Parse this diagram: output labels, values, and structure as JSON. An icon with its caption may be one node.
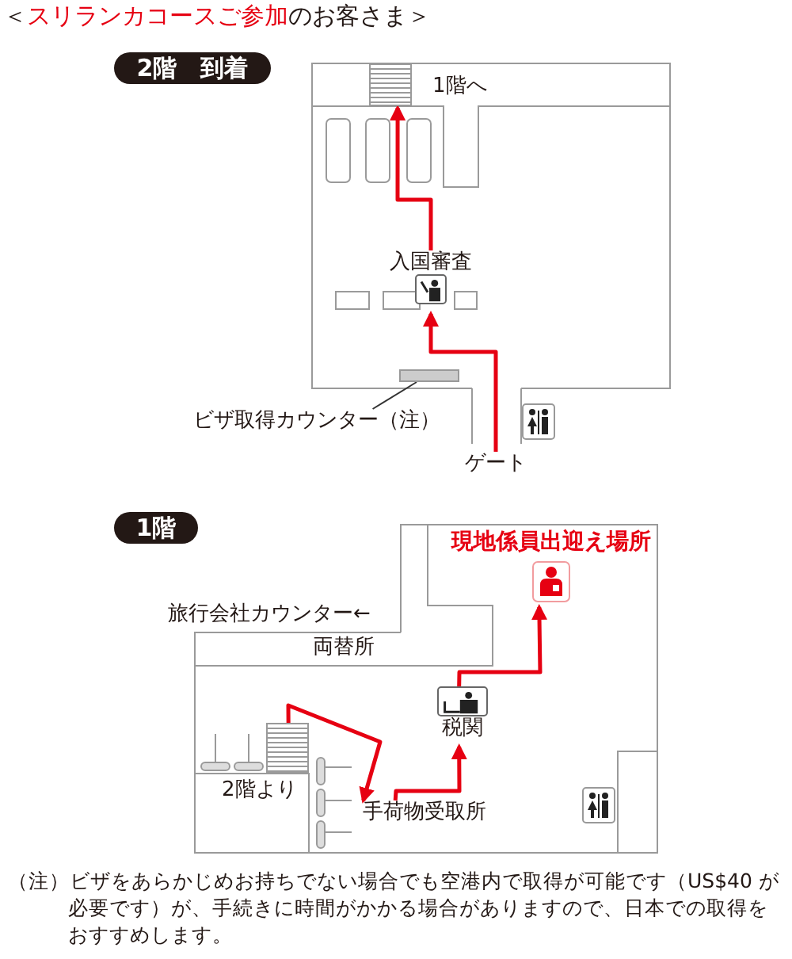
{
  "diagram": {
    "title": "＜**スリランカコースご参加**のお客さま＞",
    "nodes": [
      {
        "text": [
          "ゲート"
        ]
      },
      {
        "text": [
          "入国審査"
        ]
      },
      {
        "text": [
          "1階へ"
        ]
      },
      {
        "text": [
          "ビザ取得カウンター（注）"
        ]
      },
      {
        "text": [],
        "shape": "bar"
      },
      {
        "text": [
          "2階より"
        ]
      },
      {
        "text": [
          "手荷物受取所"
        ]
      },
      {
        "text": [
          "税関"
        ]
      },
      {
        "text": [
          "現地係員出迎え場所"
        ]
      }
    ],
    "edges": [
      {
        "from": 0,
        "to": 1,
        "arrow": "to"
      },
      {
        "from": 1,
        "to": 2,
        "arrow": "to"
      },
      {
        "from": 3,
        "to": 4,
        "arrow": "none",
        "color": "#333333"
      },
      {
        "from": 5,
        "to": 6,
        "arrow": "to"
      },
      {
        "from": 6,
        "to": 7,
        "arrow": "to"
      },
      {
        "from": 7,
        "to": 8,
        "arrow": "to"
      }
    ],
    "labels": [
      "2階　到着",
      "1階",
      "旅行会社カウンター←",
      "両替所",
      "（注）ビザをあらかじめお持ちでない場合でも空港内で取得が可能です（US$40 が必要です）が、手続きに時間がかかる場合がありますので、日本での取得をおすすめします。"
    ]
  }
}
